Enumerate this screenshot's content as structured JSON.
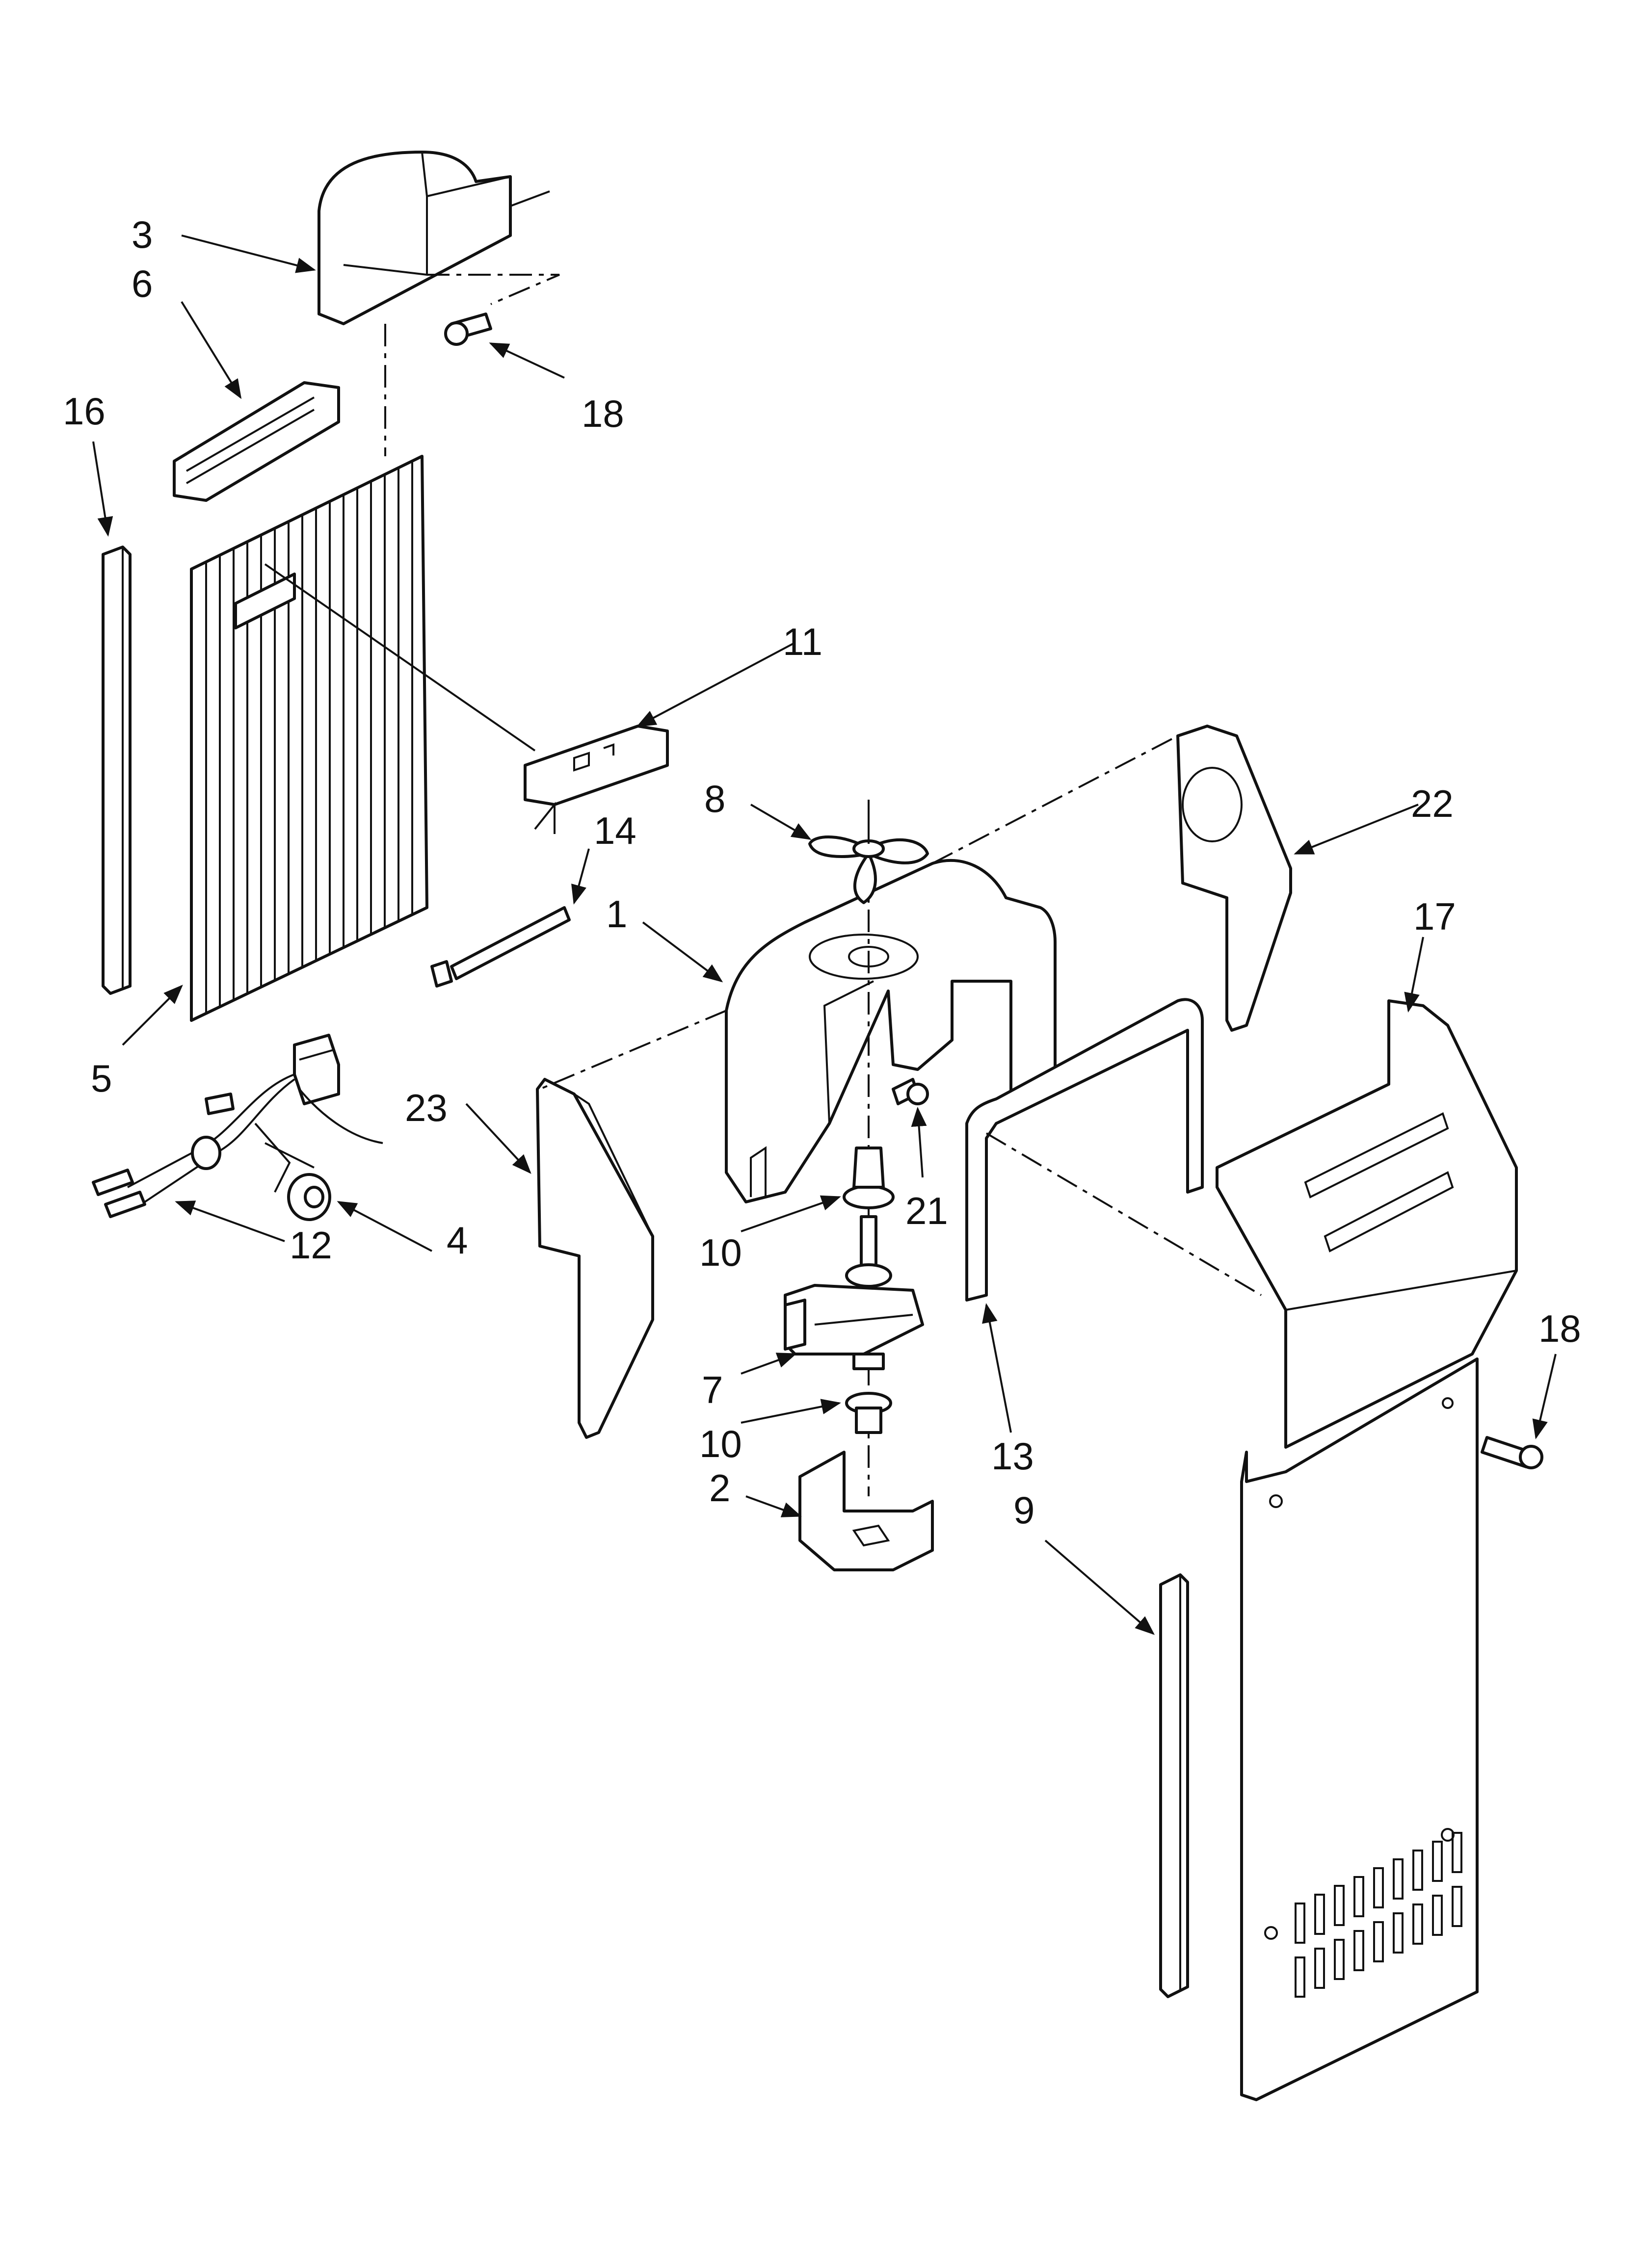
{
  "callouts": {
    "c1": "1",
    "c2": "2",
    "c3": "3",
    "c4": "4",
    "c5": "5",
    "c6": "6",
    "c7": "7",
    "c8": "8",
    "c9": "9",
    "c10a": "10",
    "c10b": "10",
    "c11": "11",
    "c12": "12",
    "c13": "13",
    "c14": "14",
    "c16": "16",
    "c17": "17",
    "c18a": "18",
    "c18b": "18",
    "c21": "21",
    "c22": "22",
    "c23": "23"
  }
}
